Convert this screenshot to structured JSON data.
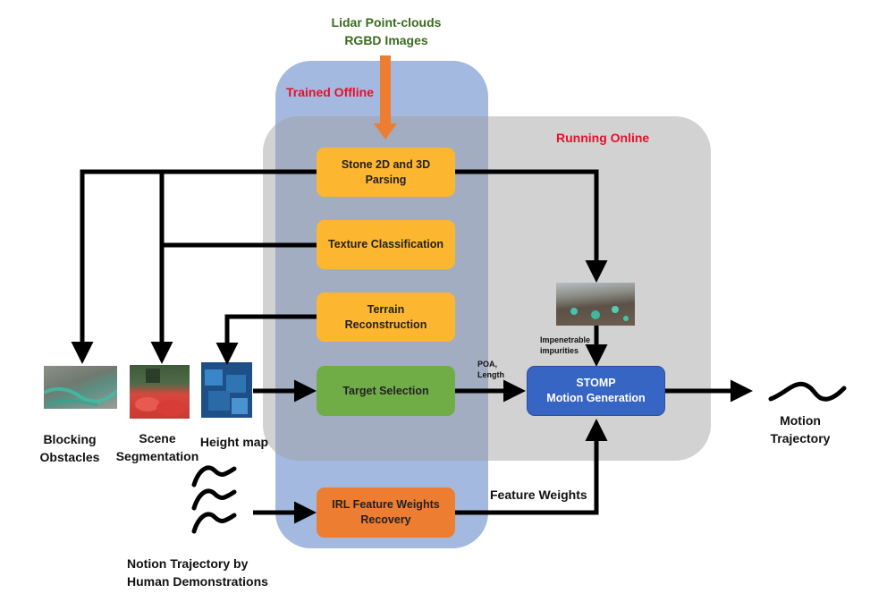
{
  "inputs": {
    "top_label": "Lidar Point-clouds\nRGBD Images"
  },
  "regions": {
    "offline_title": "Trained Offline",
    "online_title": "Running Online"
  },
  "boxes": {
    "stone_parsing": "Stone 2D and 3D\nParsing",
    "texture_classification": "Texture Classification",
    "terrain_reconstruction": "Terrain\nReconstruction",
    "target_selection": "Target Selection",
    "irl_recovery": "IRL Feature Weights\nRecovery",
    "stomp": "STOMP\nMotion Generation"
  },
  "labels": {
    "blocking_obstacles": "Blocking\nObstacles",
    "scene_segmentation": "Scene\nSegmentation",
    "height_map": "Height map",
    "motion_trajectory": "Motion\nTrajectory",
    "notion_trajectory": "Notion Trajectory by\nHuman Demonstrations",
    "feature_weights": "Feature Weights",
    "poa_length": "POA,\nLength",
    "impenetrable": "Impenetrable\nimpurities"
  },
  "colors": {
    "offline_region": "#a3b9e0",
    "online_region": "#a0a0a0",
    "yellow_box": "#fdb62f",
    "green_box": "#70ad47",
    "orange_box": "#ed7d31",
    "blue_box": "#3765c4",
    "input_arrow": "#ed7d31",
    "region_title": "#e8102a"
  }
}
